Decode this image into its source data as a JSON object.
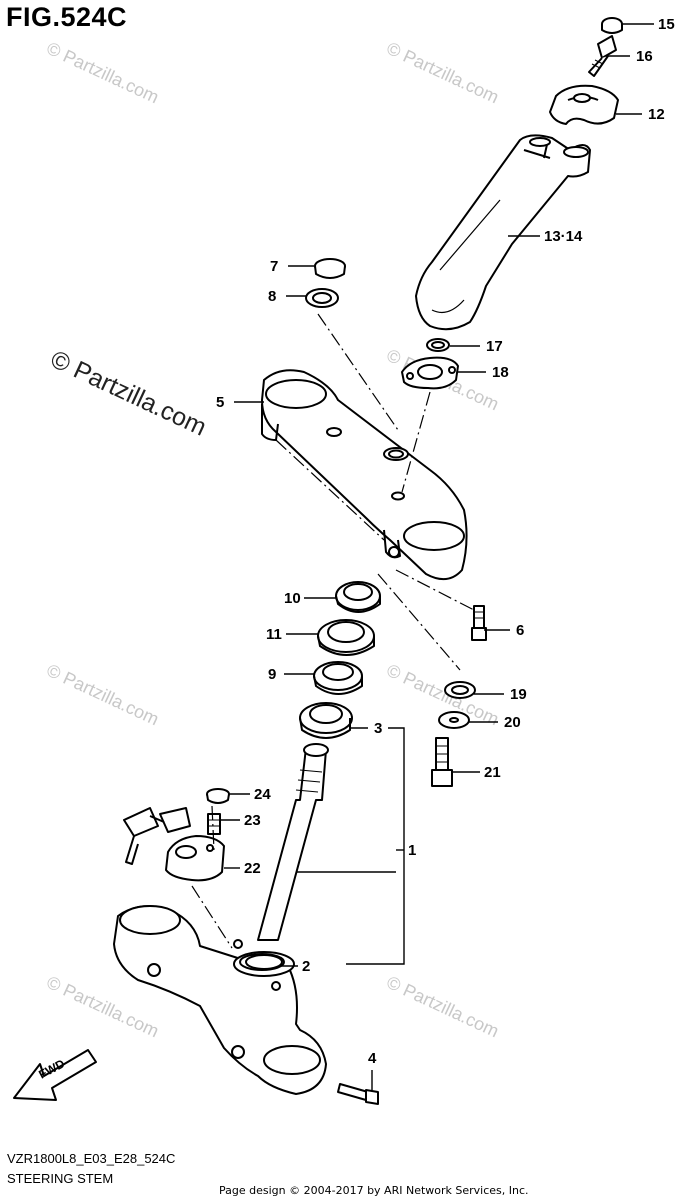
{
  "header": {
    "figure_title": "FIG.524C"
  },
  "footer": {
    "model_code": "VZR1800L8_E03_E28_524C",
    "section_name": "STEERING STEM",
    "page_credit": "Page design © 2004-2017 by ARI Network Services, Inc."
  },
  "watermark": {
    "text": "© Partzilla.com"
  },
  "direction_arrow": {
    "label": "FWD"
  },
  "callouts": {
    "c1": "1",
    "c2": "2",
    "c3": "3",
    "c4": "4",
    "c5": "5",
    "c6": "6",
    "c7": "7",
    "c8": "8",
    "c9": "9",
    "c10": "10",
    "c11": "11",
    "c12": "12",
    "c13_14": "13·14",
    "c15": "15",
    "c16": "16",
    "c17": "17",
    "c18": "18",
    "c19": "19",
    "c20": "20",
    "c21": "21",
    "c22": "22",
    "c23": "23",
    "c24": "24"
  },
  "colors": {
    "ink": "#000000",
    "watermark": "#c8c8c8",
    "background": "#ffffff"
  }
}
